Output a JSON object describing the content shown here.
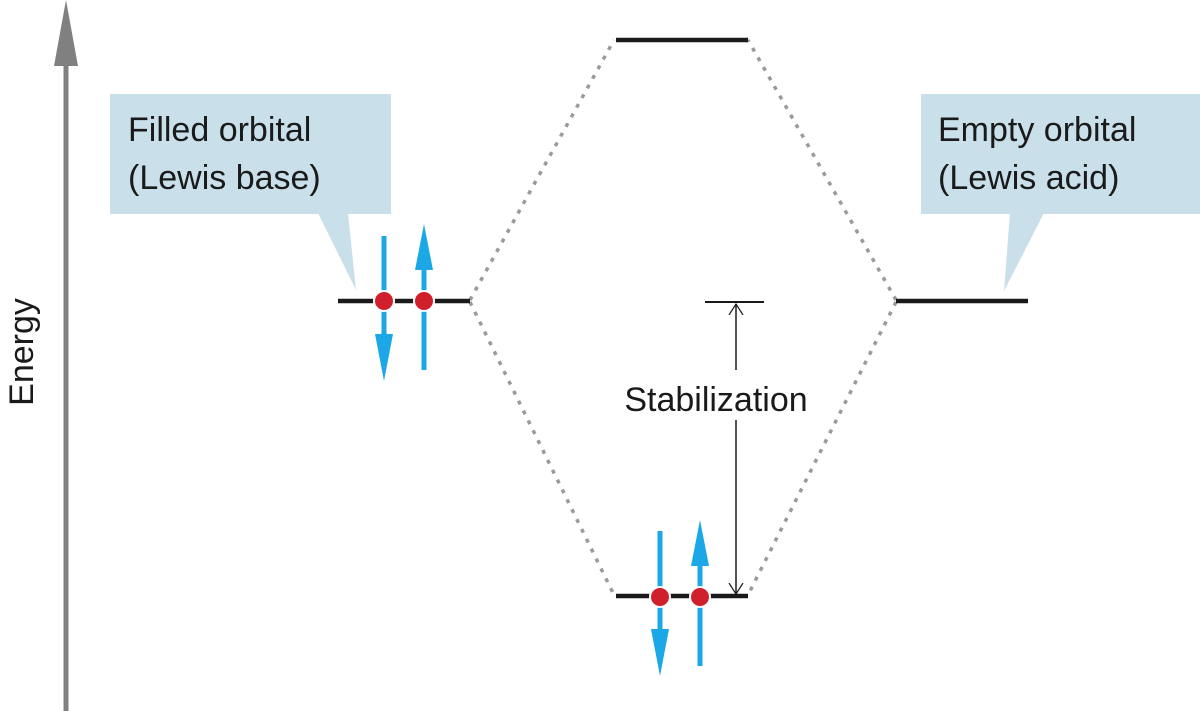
{
  "axis": {
    "label": "Energy"
  },
  "callouts": {
    "left": {
      "line1": "Filled orbital",
      "line2": "(Lewis base)"
    },
    "right": {
      "line1": "Empty orbital",
      "line2": "(Lewis acid)"
    }
  },
  "stabilization": {
    "label": "Stabilization"
  },
  "colors": {
    "axis": "#808080",
    "callout_fill": "#c9e0ea",
    "orbital_line": "#1a1a1a",
    "connector_dots": "#9a9a9a",
    "electron_dot": "#d0202c",
    "spin_arrow": "#1ca8e6",
    "text": "#1a1a1a"
  },
  "electrons": {
    "base_orbital": {
      "count": 2,
      "spins": [
        "down",
        "up"
      ]
    },
    "bonding_orbital": {
      "count": 2,
      "spins": [
        "down",
        "up"
      ]
    },
    "antibonding_orbital": {
      "count": 0
    },
    "acid_orbital": {
      "count": 0
    }
  }
}
